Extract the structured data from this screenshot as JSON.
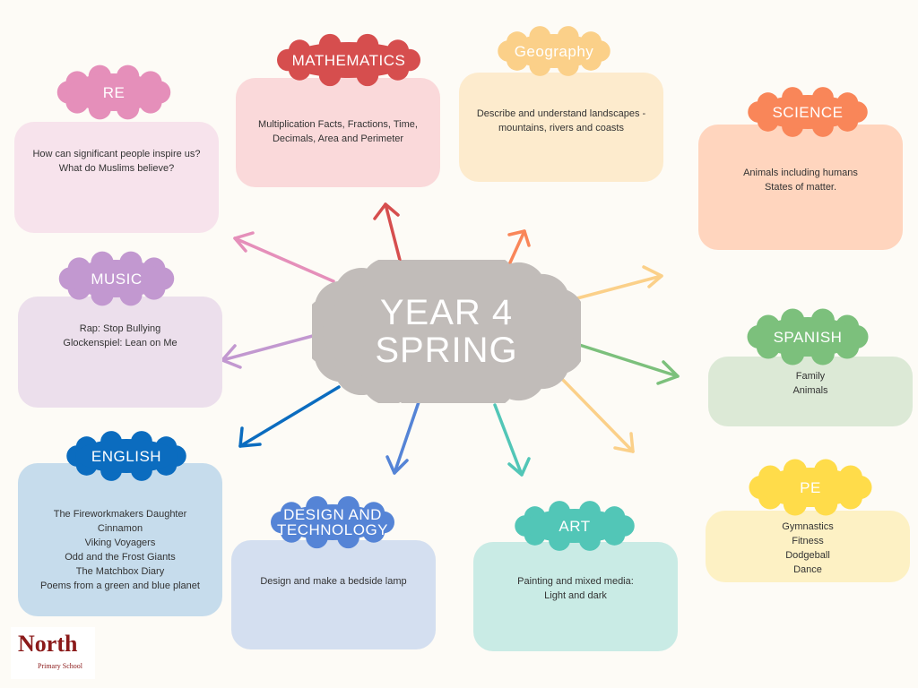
{
  "center": {
    "line1": "YEAR 4",
    "line2": "SPRING",
    "color": "#c1bcb9"
  },
  "subjects": [
    {
      "key": "re",
      "title": "RE",
      "lines": [
        "How can significant people inspire us?",
        "What do Muslims believe?"
      ],
      "cloud_color": "#e58fba",
      "box_color": "#f7e3ec"
    },
    {
      "key": "mathematics",
      "title": "MATHEMATICS",
      "lines": [
        "Multiplication Facts, Fractions, Time,",
        "Decimals, Area and Perimeter"
      ],
      "cloud_color": "#d64e4e",
      "box_color": "#fad9da"
    },
    {
      "key": "geography",
      "title": "Geography",
      "lines": [
        "Describe and understand landscapes -",
        "mountains, rivers and coasts"
      ],
      "cloud_color": "#fbd089",
      "box_color": "#fdebcd"
    },
    {
      "key": "science",
      "title": "SCIENCE",
      "lines": [
        "Animals including humans",
        "States of matter."
      ],
      "cloud_color": "#f98659",
      "box_color": "#ffd5be"
    },
    {
      "key": "music",
      "title": "MUSIC",
      "lines": [
        "Rap: Stop Bullying",
        "Glockenspiel: Lean on Me"
      ],
      "cloud_color": "#c298d0",
      "box_color": "#ecdfec"
    },
    {
      "key": "spanish",
      "title": "SPANISH",
      "lines": [
        "Family",
        "Animals"
      ],
      "cloud_color": "#7cc07c",
      "box_color": "#dce9d6"
    },
    {
      "key": "english",
      "title": "ENGLISH",
      "lines": [
        "The Fireworkmakers Daughter",
        "Cinnamon",
        "Viking Voyagers",
        "Odd and the Frost Giants",
        "The Matchbox Diary",
        "Poems from a green and blue planet"
      ],
      "cloud_color": "#0b6cbf",
      "box_color": "#c6dcec"
    },
    {
      "key": "design",
      "title_lines": [
        "DESIGN AND",
        "TECHNOLOGY"
      ],
      "lines": [
        "Design and make a bedside lamp"
      ],
      "cloud_color": "#5584d6",
      "box_color": "#d4dff0"
    },
    {
      "key": "art",
      "title": "ART",
      "lines": [
        "Painting and mixed media:",
        "Light and dark"
      ],
      "cloud_color": "#52c6b7",
      "box_color": "#c9ebe5"
    },
    {
      "key": "pe",
      "title": "PE",
      "lines": [
        "Gymnastics",
        "Fitness",
        "Dodgeball",
        "Dance"
      ],
      "cloud_color": "#ffdc4a",
      "box_color": "#fdf1c4"
    }
  ],
  "logo": {
    "name": "North",
    "subtitle": "Primary School",
    "color": "#8b1a1a"
  }
}
